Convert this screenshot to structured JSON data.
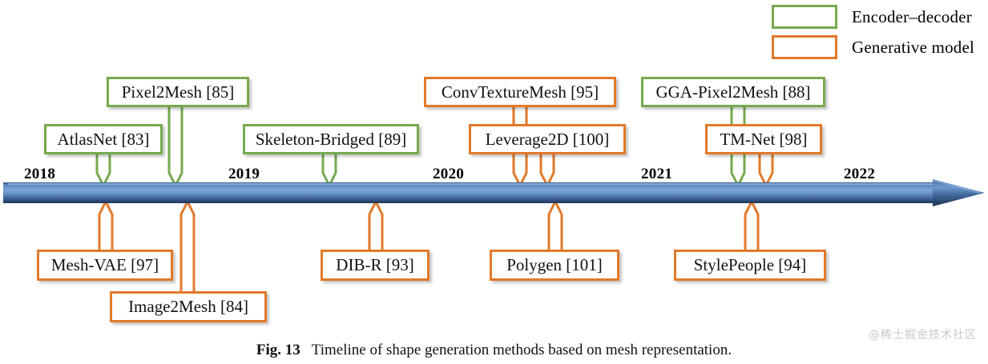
{
  "figure": {
    "number": "Fig. 13",
    "caption": "Timeline of shape generation methods based on mesh representation.",
    "watermark": "@稀土掘金技术社区"
  },
  "colors": {
    "encoder_decoder": "#76a94f",
    "generative_model": "#e2792a",
    "timeline_bar": "#4a7ebb",
    "timeline_bar_dark": "#2b4a73",
    "timeline_bar_light": "#7ba3d0"
  },
  "legend": {
    "items": [
      {
        "label": "Encoder–decoder",
        "kind": "green"
      },
      {
        "label": "Generative model",
        "kind": "orange"
      }
    ]
  },
  "axis": {
    "years": [
      "2018",
      "2019",
      "2020",
      "2021",
      "2022"
    ]
  },
  "nodes_above": [
    {
      "label": "Pixel2Mesh [85]",
      "kind": "green"
    },
    {
      "label": "AtlasNet [83]",
      "kind": "green"
    },
    {
      "label": "Skeleton-Bridged [89]",
      "kind": "green"
    },
    {
      "label": "ConvTextureMesh [95]",
      "kind": "orange"
    },
    {
      "label": "Leverage2D [100]",
      "kind": "orange"
    },
    {
      "label": "GGA-Pixel2Mesh [88]",
      "kind": "green"
    },
    {
      "label": "TM-Net [98]",
      "kind": "orange"
    }
  ],
  "nodes_below": [
    {
      "label": "Mesh-VAE [97]",
      "kind": "orange"
    },
    {
      "label": "Image2Mesh [84]",
      "kind": "orange"
    },
    {
      "label": "DIB-R [93]",
      "kind": "orange"
    },
    {
      "label": "Polygen [101]",
      "kind": "orange"
    },
    {
      "label": "StylePeople [94]",
      "kind": "orange"
    }
  ]
}
